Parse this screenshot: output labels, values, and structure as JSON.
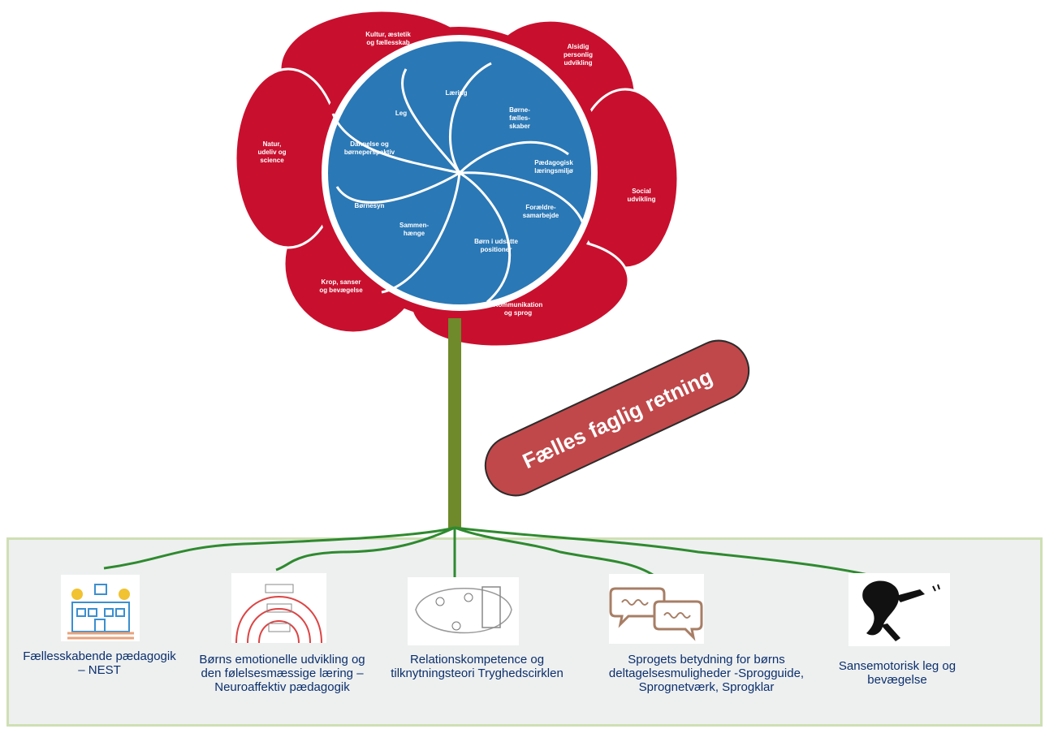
{
  "outer_petals": [
    {
      "text": [
        "Kultur, æstetik",
        "og fællesskab"
      ]
    },
    {
      "text": [
        "Alsidig",
        "personlig",
        "udvikling"
      ]
    },
    {
      "text": [
        "Social",
        "udvikling"
      ]
    },
    {
      "text": [
        "Kommunikation",
        "og sprog"
      ]
    },
    {
      "text": [
        "Krop, sanser",
        "og bevægelse"
      ]
    },
    {
      "text": [
        "Natur,",
        "udeliv og",
        "science"
      ]
    }
  ],
  "inner_petals": [
    {
      "text": [
        "Læring"
      ]
    },
    {
      "text": [
        "Børne-",
        "fælles-",
        "skaber"
      ]
    },
    {
      "text": [
        "Pædagogisk",
        "læringsmiljø"
      ]
    },
    {
      "text": [
        "Forældre-",
        "samarbejde"
      ]
    },
    {
      "text": [
        "Børn i udsatte",
        "positioner"
      ]
    },
    {
      "text": [
        "Sammen-",
        "hænge"
      ]
    },
    {
      "text": [
        "Børnesyn"
      ]
    },
    {
      "text": [
        "Dannelse og",
        "børneperspektiv"
      ]
    },
    {
      "text": [
        "Leg"
      ]
    }
  ],
  "banner": {
    "text": "Fælles faglig retning"
  },
  "roots": [
    {
      "label": "Fællesskabende pædagogik – NEST",
      "icon": "nest-house-icon"
    },
    {
      "label": "Børns emotionelle udvikling og den følelsesmæssige læring – Neuroaffektiv pædagogik",
      "icon": "neuroaffective-arches-icon"
    },
    {
      "label": "Relationskompetence og tilknytningsteori Tryghedscirklen",
      "icon": "circle-of-security-icon"
    },
    {
      "label": "Sprogets betydning for børns deltagelsesmuligheder -Sprogguide, Sprognetværk, Sprogklar",
      "icon": "speech-bubbles-icon"
    },
    {
      "label": "Sansemotorisk leg og bevægelse",
      "icon": "tumbling-child-icon"
    }
  ],
  "colors": {
    "red": "#c8102e",
    "blue": "#2a78b6",
    "stem": "#6e8a2a",
    "root": "#2f8a2f",
    "banner": "#c0484a",
    "text_dark": "#0b2f6d"
  }
}
